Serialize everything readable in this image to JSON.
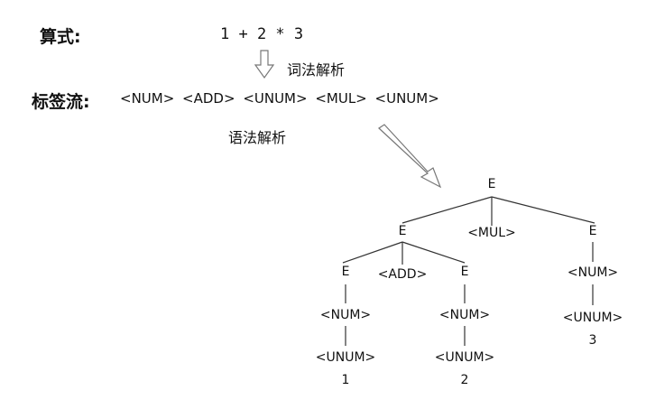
{
  "header": {
    "expression_label": "算式:",
    "expression": "1 + 2 * 3",
    "lexical_step": "词法解析",
    "tokens_label": "标签流:",
    "tokens": "<NUM> <ADD> <UNUM> <MUL> <UNUM>",
    "syntax_step": "语法解析"
  },
  "tree": {
    "root": "E",
    "left_e": "E",
    "mul": "<MUL>",
    "right_e": "E",
    "right_num": "<NUM>",
    "right_unum": "<UNUM>",
    "right_value": "3",
    "ll_e": "E",
    "add": "<ADD>",
    "lr_e": "E",
    "ll_num": "<NUM>",
    "ll_unum": "<UNUM>",
    "ll_value": "1",
    "lr_num": "<NUM>",
    "lr_unum": "<UNUM>",
    "lr_value": "2"
  },
  "colors": {
    "text": "#111111",
    "line": "#333333",
    "arrow_stroke": "#777777"
  }
}
